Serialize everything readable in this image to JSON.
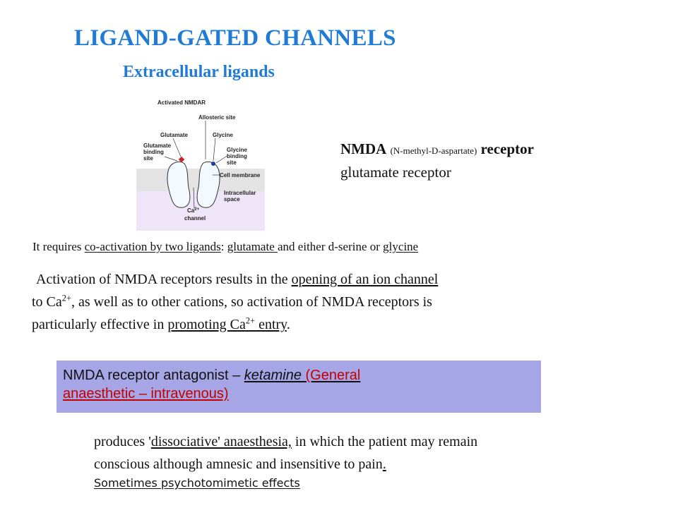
{
  "slide": {
    "title": "LIGAND-GATED CHANNELS",
    "subtitle": "Extracellular ligands"
  },
  "figure": {
    "title": "Activated NMDAR",
    "labels": {
      "allosteric_site": "Allosteric site",
      "glutamate": "Glutamate",
      "glycine": "Glycine",
      "glutamate_binding_1": "Glutamate",
      "glutamate_binding_2": "binding",
      "glutamate_binding_3": "site",
      "glycine_binding_1": "Glycine",
      "glycine_binding_2": "binding",
      "glycine_binding_3": "site",
      "cell_membrane": "Cell membrane",
      "intracellular_1": "Intracellular",
      "intracellular_2": "space",
      "ca_channel_1": "Ca",
      "ca_channel_sup": "2+",
      "ca_channel_2": "channel"
    },
    "colors": {
      "glutamate_marker": "#cc1f2a",
      "glycine_marker": "#1f3fa0",
      "membrane": "#e3e3e3",
      "intracellular": "#eee6f8",
      "subunit": "#f2faff"
    }
  },
  "nmda": {
    "name": "NMDA",
    "expansion": "(N-methyl-D-aspartate)",
    "receptor": "receptor",
    "subtitle": "glutamate receptor"
  },
  "coactivation": {
    "prefix": "It requires ",
    "underlined": "co-activation by two ligands",
    "colon": ": ",
    "glutamate": "glutamate ",
    "middle": "and either d-serine or ",
    "glycine": "glycine"
  },
  "activation": {
    "part1": "Activation of NMDA receptors results in the ",
    "underlined1": "opening of an ion channel",
    "part2a": "to Ca",
    "sup1": "2+",
    "part2b": ", as well as to other cations, so activation of NMDA receptors is",
    "part3": "particularly effective in ",
    "underlined2a": "promoting Ca",
    "sup2": "2+",
    "underlined2b": " entry",
    "end": "."
  },
  "antagonist": {
    "part1": "NMDA receptor antagonist – ",
    "drug": "ketamine ",
    "red1": "(General",
    "red2": "anaesthetic – intravenous)",
    "accent_color": "#c40000",
    "box_color": "#a6a6e6"
  },
  "effects": {
    "part1": "produces '",
    "underlined1": "dissociative' anaesthesia,",
    "part2": " in which the patient may remain",
    "part3": "conscious although amnesic and insensitive to pain",
    "underlined2": ".",
    "psycho": " Sometimes psychotomimetic effects"
  }
}
